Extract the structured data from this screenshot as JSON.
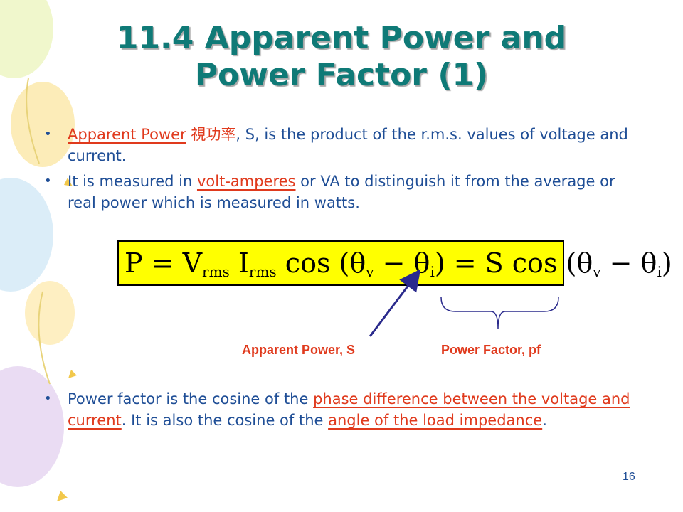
{
  "title": {
    "line1": "11.4 Apparent Power and",
    "line2": "Power Factor (1)"
  },
  "bullets": [
    {
      "hl1": "Apparent Power",
      "cjk": " 視功率",
      "text": ", S, is the product of the r.m.s. values of voltage and current."
    },
    {
      "pre": "It is measured in ",
      "hl": "volt-amperes",
      "post": " or VA to distinguish it from the average or real power which is measured in watts."
    },
    {
      "pre": "Power factor is the cosine of the ",
      "hl1": "phase difference between the voltage and current",
      "mid": ". It is also the cosine of the ",
      "hl2": "angle of the load impedance",
      "post": "."
    }
  ],
  "equation": {
    "p": "P = V",
    "rms1": "rms",
    "i": " I",
    "rms2": "rms",
    "cos1": " cos (θ",
    "v1": "v",
    "minus1": " − θ",
    "i1": "i",
    "eq2": ") = S cos (θ",
    "v2": "v",
    "minus2": " − θ",
    "i2": "i",
    "close": ")"
  },
  "labels": {
    "apparent_power": "Apparent Power, S",
    "power_factor": "Power Factor, pf"
  },
  "page_number": "16",
  "colors": {
    "title": "#0f7a77",
    "body_text": "#1f4e96",
    "highlight": "#e03a1d",
    "equation_bg": "#ffff00",
    "arrow": "#2a2a8c"
  }
}
